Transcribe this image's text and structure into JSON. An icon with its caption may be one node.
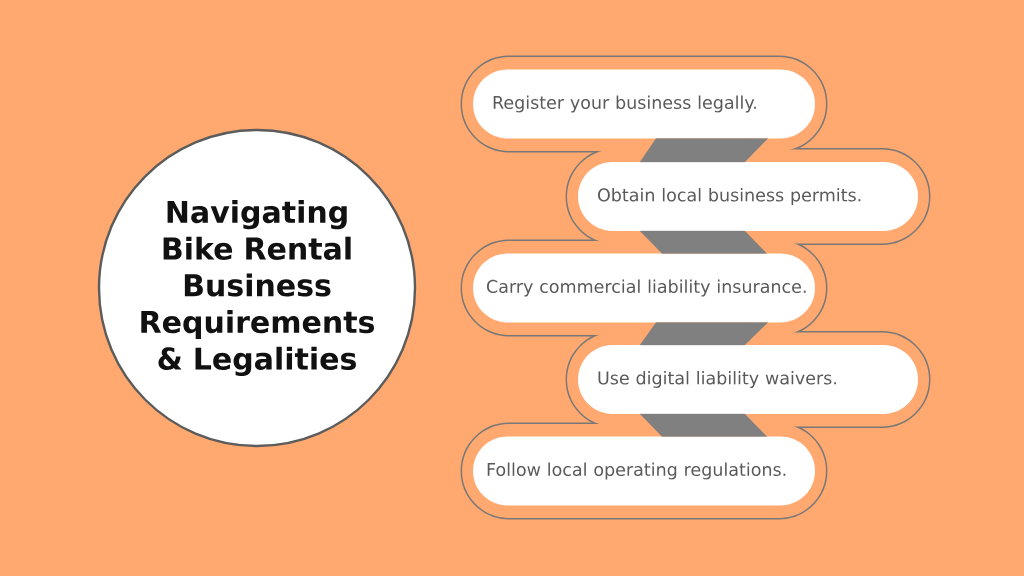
{
  "diagram": {
    "nodes": [
      {
        "text": [
          "Navigating Bike Rental Business Requirements & Legalities"
        ]
      },
      {
        "text": [
          "Register your business legally."
        ]
      },
      {
        "text": [
          "Obtain local business permits."
        ]
      },
      {
        "text": [
          "Carry commercial liability insurance."
        ]
      },
      {
        "text": [
          "Use digital liability waivers."
        ]
      },
      {
        "text": [
          "Follow local operating regulations."
        ]
      }
    ],
    "edges": [
      {
        "from": 1,
        "to": 2,
        "arrow": "none"
      },
      {
        "from": 2,
        "to": 3,
        "arrow": "none"
      },
      {
        "from": 3,
        "to": 4,
        "arrow": "none"
      },
      {
        "from": 4,
        "to": 5,
        "arrow": "none"
      }
    ]
  }
}
